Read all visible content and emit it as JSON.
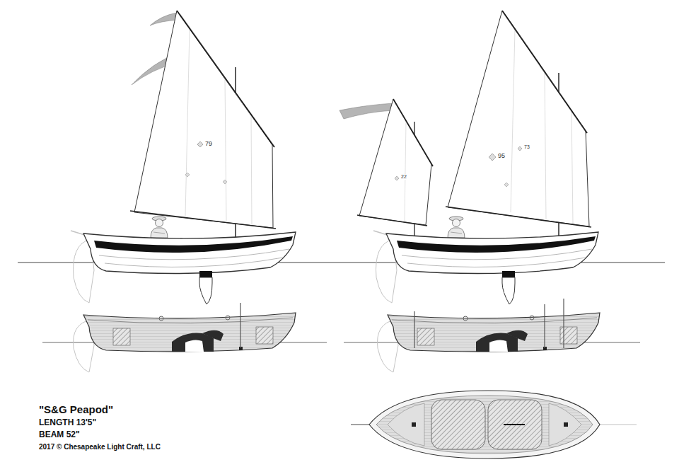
{
  "diagram": {
    "title": "\"S&G Peapod\"",
    "labels": [
      "79",
      "22",
      "95",
      "73",
      "LENGTH 13'5\"",
      "BEAM 52\"",
      "2017 © Chesapeake Light Craft, LLC"
    ]
  }
}
